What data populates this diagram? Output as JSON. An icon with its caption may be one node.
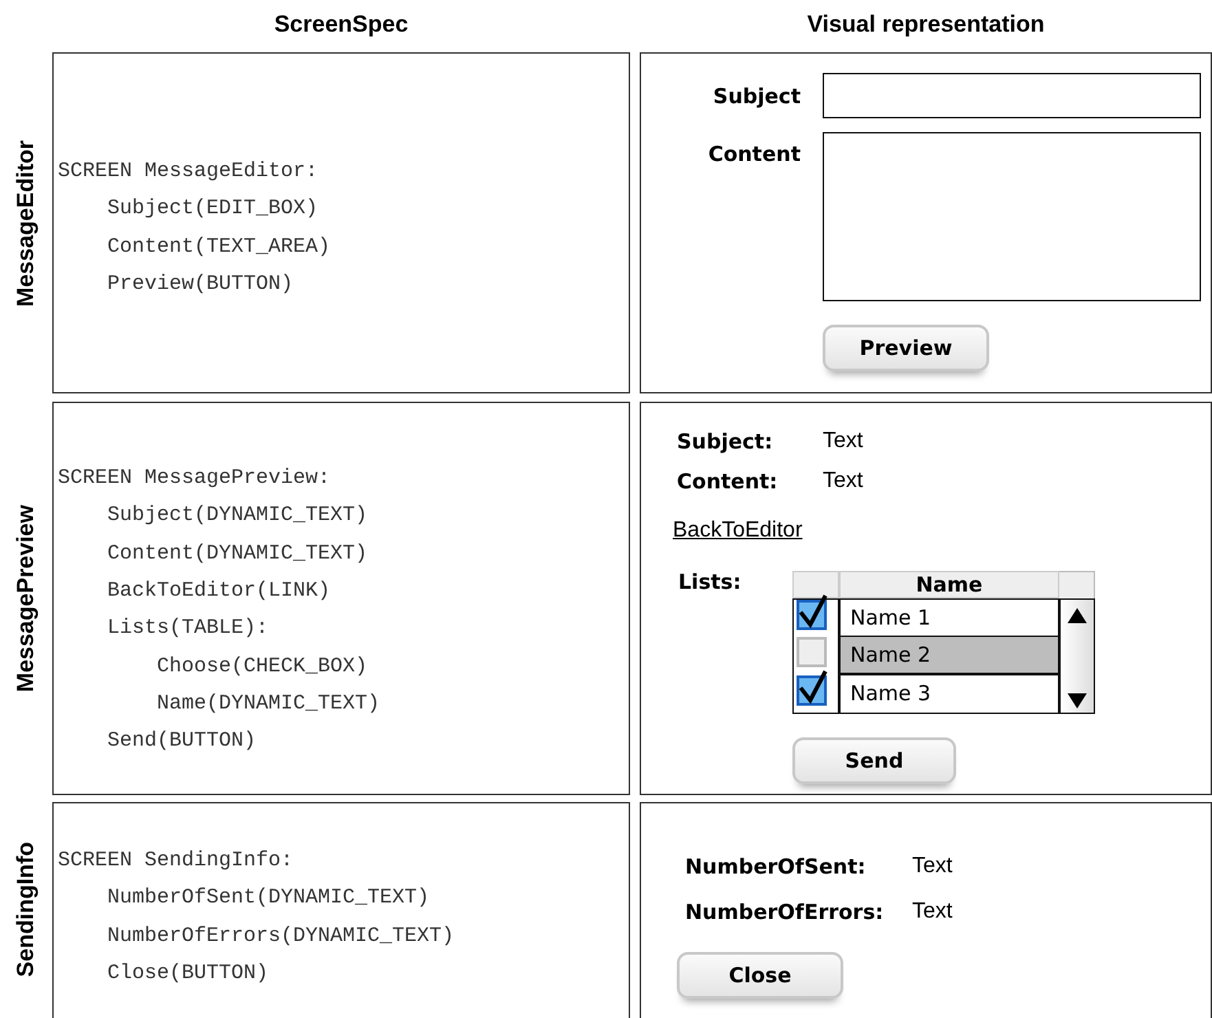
{
  "diagram": {
    "labels": [
      "ScreenSpec",
      "Visual representation",
      "MessageEditor",
      "SCREEN MessageEditor:",
      "    Subject(EDIT_BOX)",
      "    Content(TEXT_AREA)",
      "    Preview(BUTTON)",
      "Subject",
      "Content",
      "Preview",
      "MessagePreview",
      "SCREEN MessagePreview:",
      "    Subject(DYNAMIC_TEXT)",
      "    Content(DYNAMIC_TEXT)",
      "    BackToEditor(LINK)",
      "    Lists(TABLE):",
      "        Choose(CHECK_BOX)",
      "        Name(DYNAMIC_TEXT)",
      "    Send(BUTTON)",
      "Subject:",
      "Text",
      "Content:",
      "Text",
      "BackToEditor",
      "Lists:",
      "Name",
      "Name 1",
      "Name 2",
      "Name 3",
      "Send",
      "SendingInfo",
      "SCREEN SendingInfo:",
      "    NumberOfSent(DYNAMIC_TEXT)",
      "    NumberOfErrors(DYNAMIC_TEXT)",
      "    Close(BUTTON)",
      "NumberOfSent:",
      "Text",
      "NumberOfErrors:",
      "Text",
      "Close"
    ]
  }
}
